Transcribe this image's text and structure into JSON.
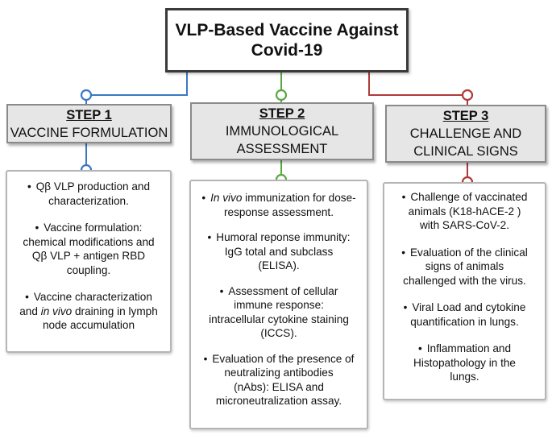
{
  "title": {
    "line1": "VLP-Based Vaccine Against",
    "line2": "Covid-19"
  },
  "colors": {
    "step1": "#3b78c2",
    "step2": "#5aa842",
    "step3": "#b03a3a"
  },
  "steps": [
    {
      "label": "STEP 1",
      "lines": [
        "VACCINE FORMULATION"
      ],
      "bullets": [
        {
          "lines": [
            "Qβ VLP  production and",
            "characterization."
          ]
        },
        {
          "lines": [
            "Vaccine formulation:",
            "chemical modifications and",
            "Qβ VLP +  antigen RBD",
            "coupling."
          ]
        },
        {
          "lines": [
            "Vaccine characterization",
            "and |in vivo| draining in lymph",
            "node accumulation"
          ]
        }
      ]
    },
    {
      "label": "STEP 2",
      "lines": [
        "IMMUNOLOGICAL",
        "ASSESSMENT"
      ],
      "bullets": [
        {
          "lines": [
            "|In vivo| immunization for dose-",
            "response assessment."
          ]
        },
        {
          "lines": [
            "Humoral  reponse immunity:",
            "IgG total and subclass",
            "(ELISA)."
          ]
        },
        {
          "lines": [
            "Assessment of cellular",
            "immune response:",
            "intracellular cytokine staining",
            "(ICCS)."
          ]
        },
        {
          "lines": [
            "Evaluation of the presence of",
            "neutralizing antibodies",
            "(nAbs): ELISA and",
            "microneutralization assay."
          ]
        }
      ]
    },
    {
      "label": "STEP 3",
      "lines": [
        "CHALLENGE AND",
        "CLINICAL SIGNS"
      ],
      "bullets": [
        {
          "lines": [
            "Challenge of vaccinated",
            "animals (K18-hACE-2 )",
            "with SARS-CoV-2."
          ]
        },
        {
          "lines": [
            "Evaluation of the clinical",
            "signs of animals",
            "challenged with the virus."
          ]
        },
        {
          "lines": [
            "Viral Load and cytokine",
            "quantification in lungs."
          ]
        },
        {
          "lines": [
            "Inflammation  and",
            "Histopathology in the",
            "lungs."
          ]
        }
      ]
    }
  ]
}
